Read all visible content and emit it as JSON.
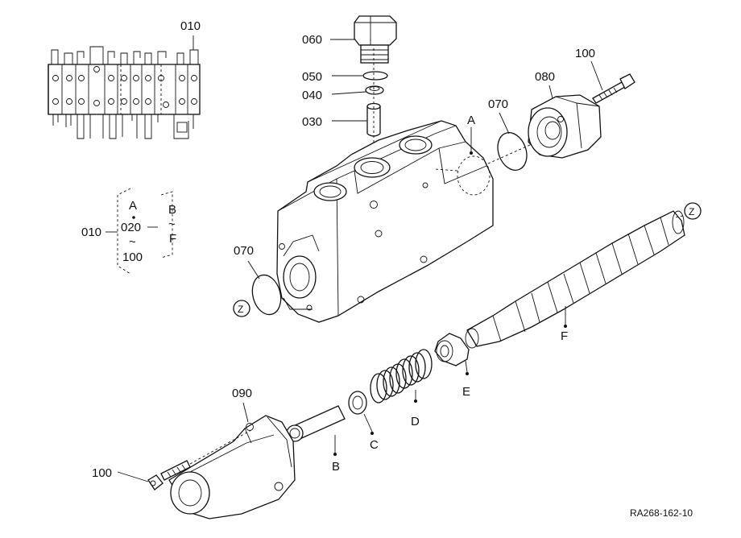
{
  "parts": {
    "p010": "010",
    "p020": "020",
    "p030": "030",
    "p040": "040",
    "p050": "050",
    "p060": "060",
    "p070": "070",
    "p080": "080",
    "p090": "090",
    "p100": "100",
    "p100b": "100"
  },
  "letters": {
    "A": "A",
    "B": "B",
    "C": "C",
    "D": "D",
    "E": "E",
    "F": "F",
    "Z": "Z",
    "tilde": "~"
  },
  "figure_code": "RA268-162-10"
}
